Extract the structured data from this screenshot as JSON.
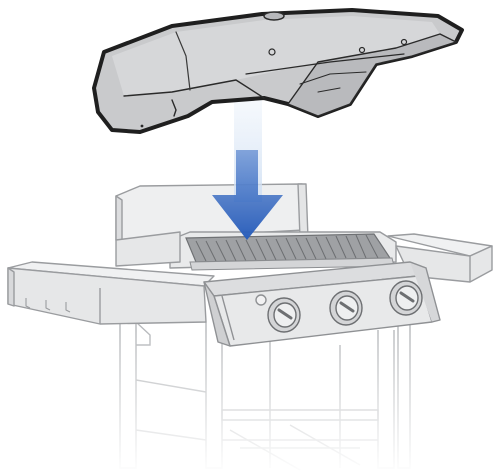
{
  "illustration": {
    "subject": "grill-lid-installation",
    "action": "lower-lid-onto-grill-base",
    "components": [
      "grill-lid",
      "down-arrow",
      "grill-base",
      "cooking-grate",
      "left-side-table",
      "right-side-table",
      "control-panel",
      "control-knobs",
      "cart-frame"
    ],
    "knob_count": 3
  },
  "colors": {
    "background": "#ffffff",
    "lid_fill": "#c9cacc",
    "lid_outline": "#1f1f1f",
    "arrow_fill": "#2f66c2",
    "arrow_glow": "#dbe7f6",
    "base_fill": "#e8e9ea",
    "base_stroke": "#9a9c9f"
  }
}
